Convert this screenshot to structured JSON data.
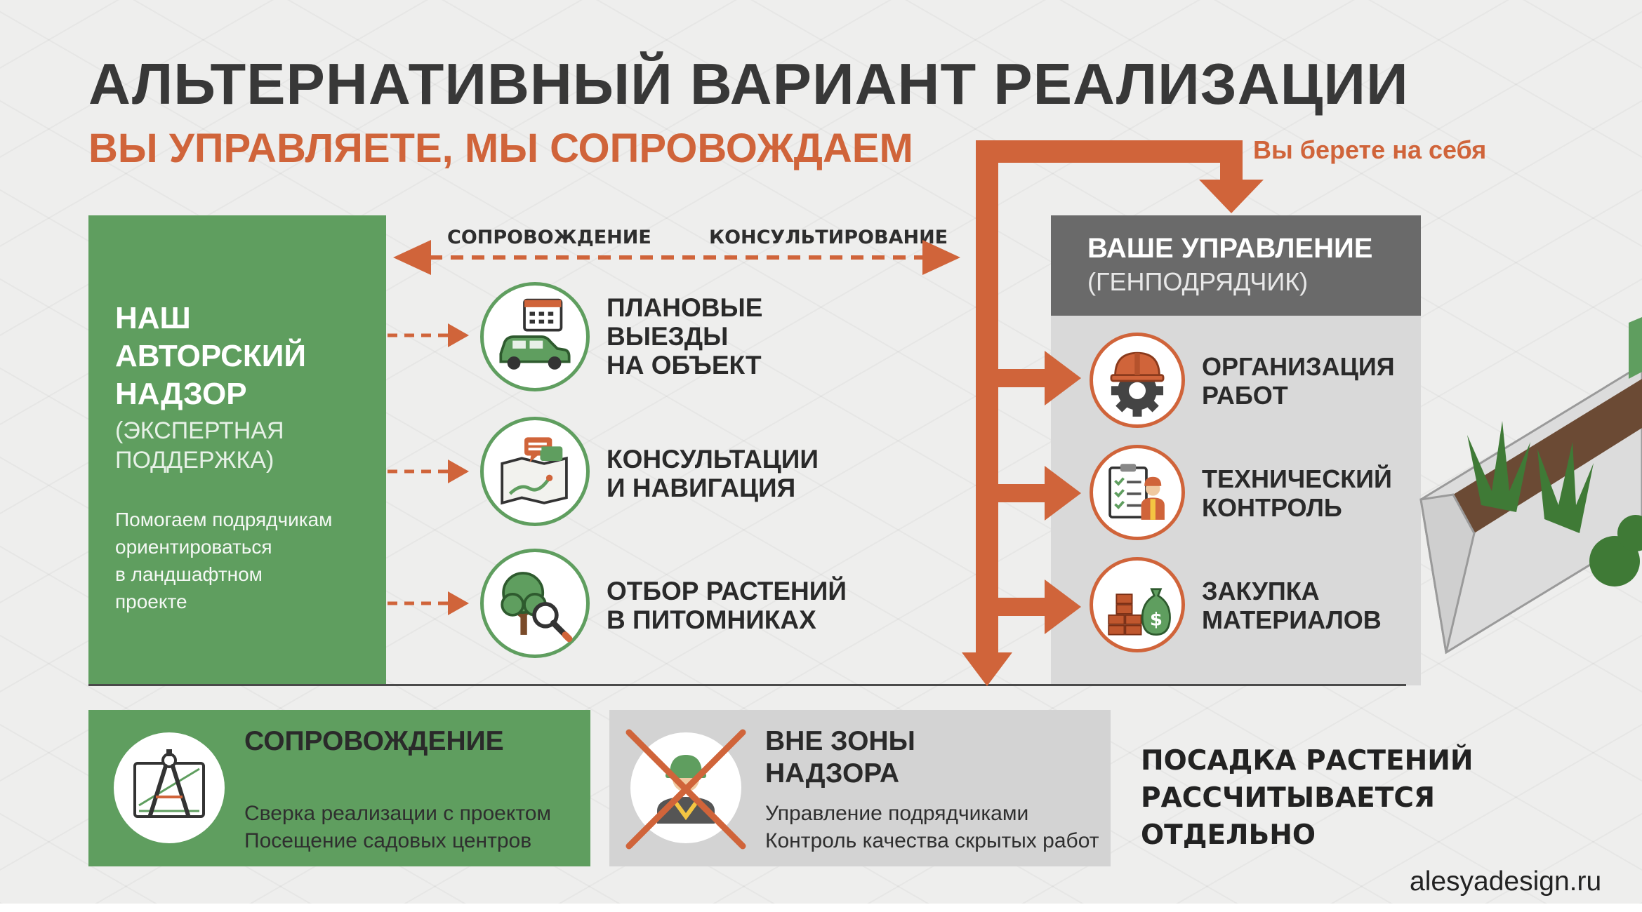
{
  "title": "АЛЬТЕРНАТИВНЫЙ ВАРИАНТ РЕАЛИЗАЦИИ",
  "subtitle": "ВЫ УПРАВЛЯЕТЕ, МЫ СОПРОВОЖДАЕМ",
  "take_on_label": "Вы берете на себя",
  "arrow_labels": {
    "left": "СОПРОВОЖДЕНИЕ",
    "right": "КОНСУЛЬТИРОВАНИЕ"
  },
  "supervision": {
    "heading_lines": [
      "НАШ",
      "АВТОРСКИЙ",
      "НАДЗОР"
    ],
    "subheading_lines": [
      "(ЭКСПЕРТНАЯ",
      "ПОДДЕРЖКА)"
    ],
    "description_lines": [
      "Помогаем подрядчикам",
      "ориентироваться",
      "в ландшафтном",
      "проекте"
    ]
  },
  "services": [
    {
      "icon": "car-calendar-icon",
      "lines": [
        "ПЛАНОВЫЕ",
        "ВЫЕЗДЫ",
        "НА ОБЪЕКТ"
      ]
    },
    {
      "icon": "map-chat-icon",
      "lines": [
        "КОНСУЛЬТАЦИИ",
        "И НАВИГАЦИЯ"
      ]
    },
    {
      "icon": "tree-magnifier-icon",
      "lines": [
        "ОТБОР РАСТЕНИЙ",
        "В ПИТОМНИКАХ"
      ]
    }
  ],
  "management": {
    "heading": "ВАШЕ УПРАВЛЕНИЕ",
    "subheading": "(ГЕНПОДРЯДЧИК)",
    "items": [
      {
        "icon": "helmet-gear-icon",
        "lines": [
          "ОРГАНИЗАЦИЯ",
          "РАБОТ"
        ]
      },
      {
        "icon": "checklist-worker-icon",
        "lines": [
          "ТЕХНИЧЕСКИЙ",
          "КОНТРОЛЬ"
        ]
      },
      {
        "icon": "bricks-money-icon",
        "lines": [
          "ЗАКУПКА",
          "МАТЕРИАЛОВ"
        ]
      }
    ]
  },
  "bottom": {
    "accompaniment": {
      "heading": "СОПРОВОЖДЕНИЕ",
      "lines": [
        "Сверка реализации с проектом",
        "Посещение садовых центров"
      ]
    },
    "outside": {
      "heading_lines": [
        "ВНЕ ЗОНЫ",
        "НАДЗОРА"
      ],
      "lines": [
        "Управление подрядчиками",
        "Контроль качества скрытых работ"
      ]
    },
    "note_lines": [
      "ПОСАДКА РАСТЕНИЙ",
      "РАССЧИТЫВАЕТСЯ",
      "ОТДЕЛЬНО"
    ]
  },
  "site": "alesyadesign.ru",
  "colors": {
    "green": "#5f9e5f",
    "orange": "#d0643a",
    "dark_gray": "#6a6a6a",
    "light_gray": "#d9d9d9"
  }
}
